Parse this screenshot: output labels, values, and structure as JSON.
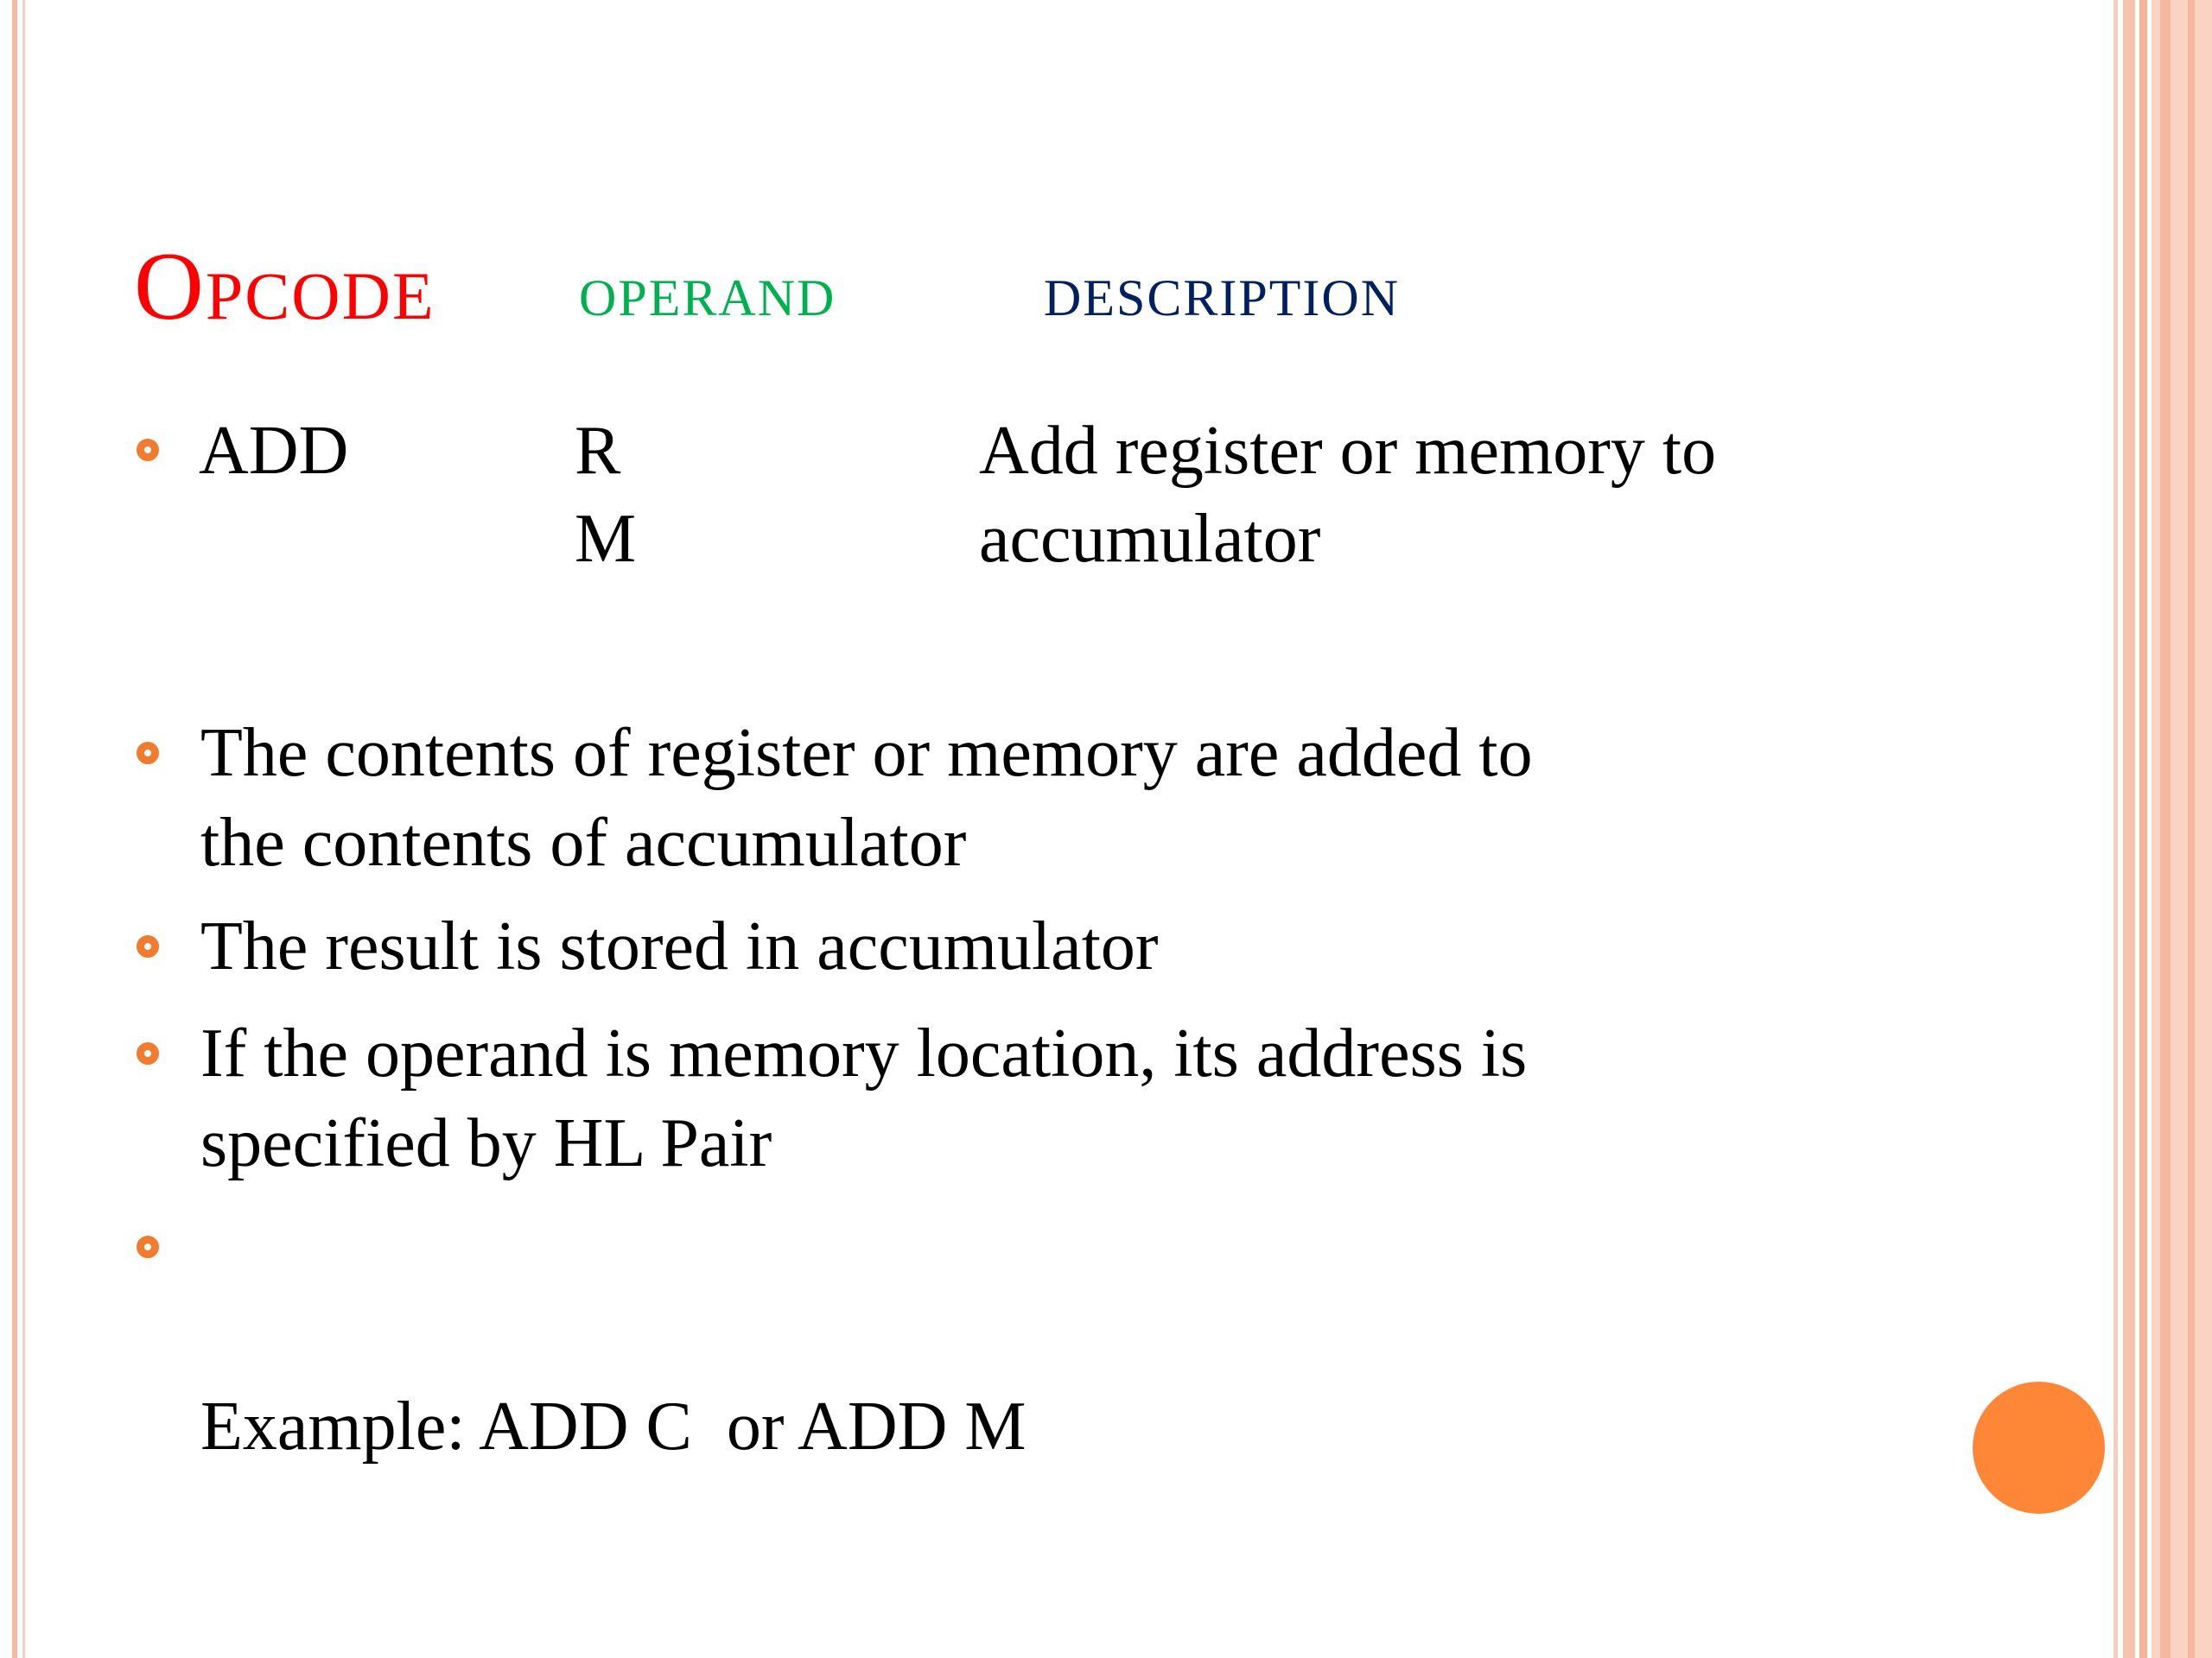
{
  "colors": {
    "opcode": "#ff0000",
    "operand": "#00b050",
    "description": "#002060",
    "bullet": "#f07d2f",
    "accent_dot": "#fd8637"
  },
  "header": {
    "opcode": "Opcode",
    "operand": "operand",
    "description": "description"
  },
  "instruction": {
    "opcode": "ADD",
    "operand_line1": "R",
    "operand_line2": "M",
    "description_line1": "Add register or memory to",
    "description_line2": "accumulator"
  },
  "bullets": [
    {
      "line1": "The contents of register or memory are added to",
      "line2": "the contents of accumulator"
    },
    {
      "line1": "The result is stored in accumulator",
      "line2": ""
    },
    {
      "line1": "If the operand is memory location, its address is",
      "line2": "specified by HL Pair"
    },
    {
      "line1": "Example: ADD C  or ADD M",
      "line2": ""
    }
  ]
}
